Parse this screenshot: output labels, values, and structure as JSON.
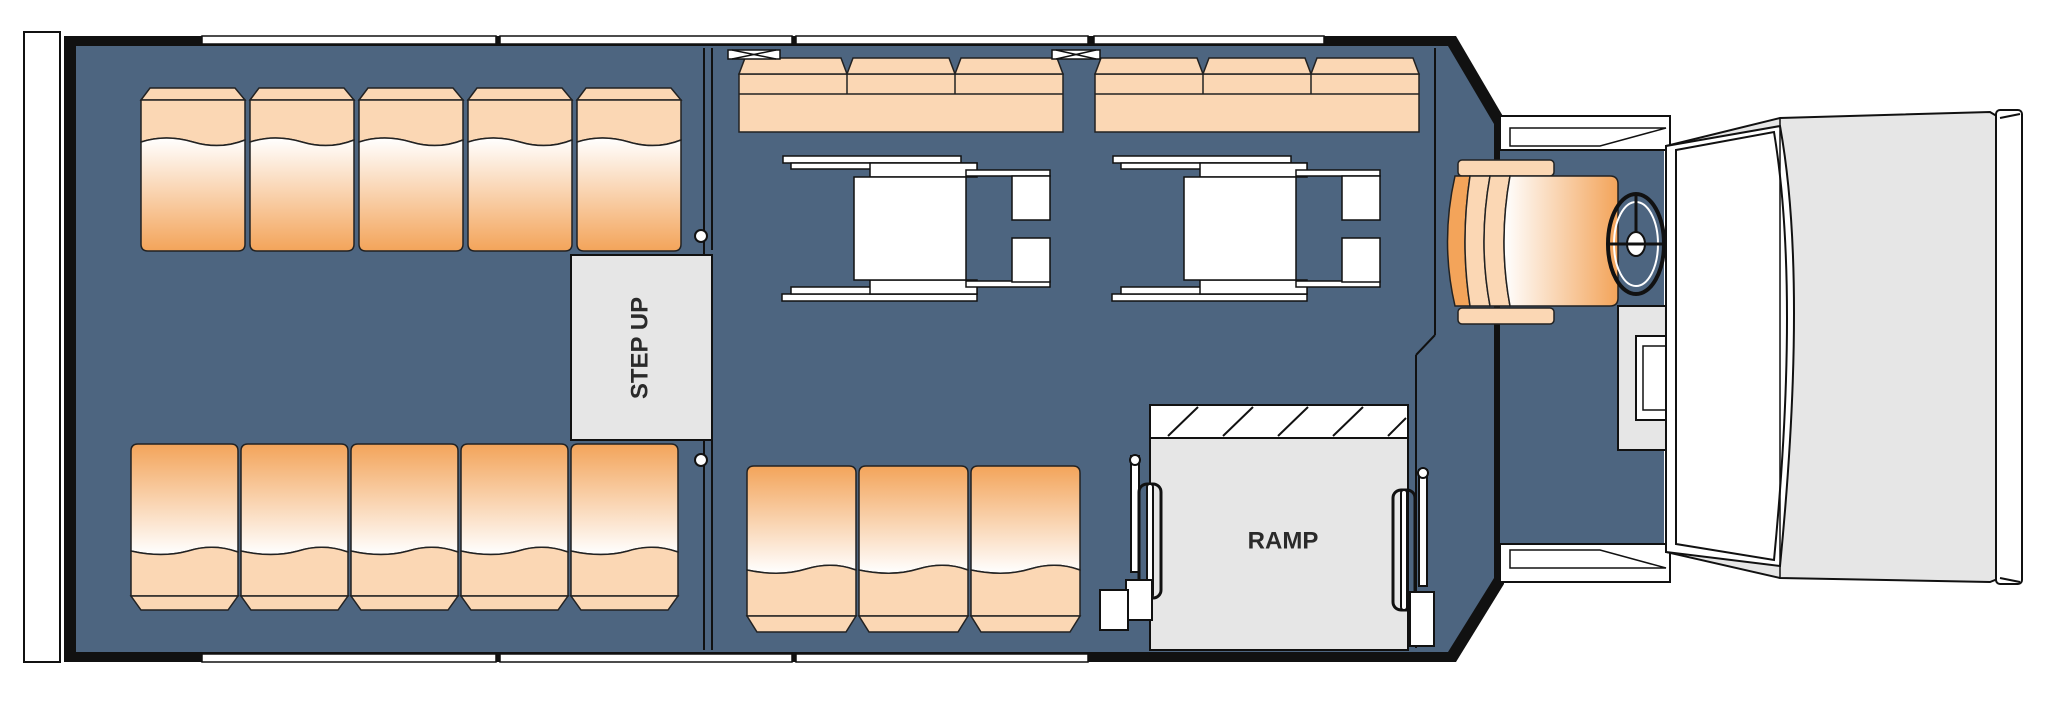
{
  "floorplan": {
    "labels": {
      "step_up": "STEP UP",
      "ramp": "RAMP"
    },
    "colors": {
      "floor": "#4d6580",
      "body": "#111111",
      "seat_light": "#fbd7b4",
      "seat_dark": "#f3a45a",
      "panel": "#e6e6e6",
      "white": "#ffffff"
    },
    "seating": {
      "rear_left_bench_seats": 5,
      "rear_right_bench_seats": 5,
      "side_bench_seats": 6,
      "front_right_bench_seats": 3,
      "wheelchair_positions": 2,
      "driver_seat": 1
    }
  }
}
